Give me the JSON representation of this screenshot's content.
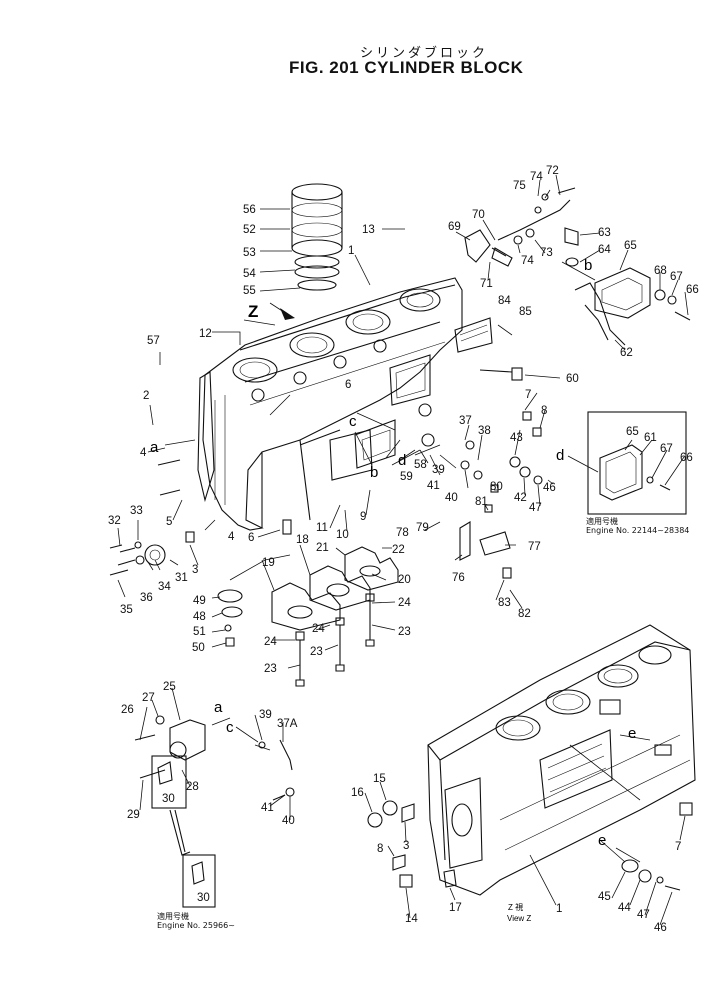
{
  "figure": {
    "title_jp": "シリンダブロック",
    "title": "FIG. 201  CYLINDER BLOCK"
  },
  "view_markers": {
    "z": "Z",
    "view_z_jp": "Z 視",
    "view_z": "View Z",
    "a": "a",
    "b": "b",
    "c": "c",
    "d": "d",
    "e": "e"
  },
  "notes": {
    "inset_d_jp": "適用号機",
    "inset_d": "Engine  No.  22144~28384",
    "lower_jp": "適用号機",
    "lower": "Engine  No.  25966~"
  },
  "callouts": [
    "1",
    "2",
    "3",
    "4",
    "5",
    "6",
    "7",
    "8",
    "9",
    "10",
    "11",
    "12",
    "13",
    "14",
    "15",
    "16",
    "17",
    "18",
    "19",
    "20",
    "21",
    "22",
    "23",
    "24",
    "25",
    "26",
    "27",
    "28",
    "29",
    "30",
    "31",
    "32",
    "33",
    "34",
    "35",
    "36",
    "37",
    "37A",
    "38",
    "39",
    "40",
    "41",
    "42",
    "43",
    "44",
    "45",
    "46",
    "47",
    "48",
    "49",
    "50",
    "51",
    "52",
    "53",
    "54",
    "55",
    "56",
    "57",
    "58",
    "59",
    "60",
    "61",
    "62",
    "63",
    "64",
    "65",
    "66",
    "67",
    "68",
    "69",
    "70",
    "71",
    "72",
    "73",
    "74",
    "75",
    "76",
    "77",
    "78",
    "79",
    "80",
    "81",
    "82",
    "83",
    "84",
    "85"
  ]
}
